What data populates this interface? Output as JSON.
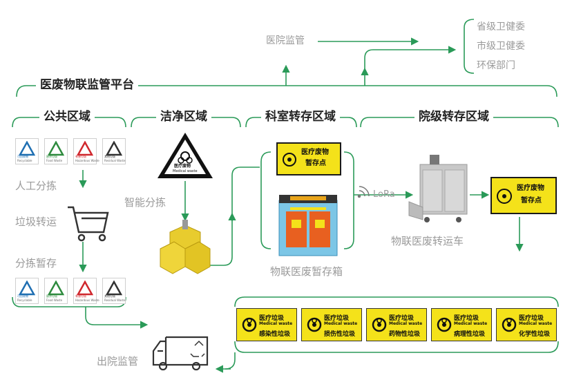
{
  "platform_title": "医废物联监管平台",
  "hospital_supervision": "医院监管",
  "authorities": [
    "省级卫健委",
    "市级卫健委",
    "环保部门"
  ],
  "zones": [
    "公共区域",
    "洁净区域",
    "科室转存区域",
    "院级转存区域"
  ],
  "public_steps": [
    "人工分拣",
    "垃圾转运",
    "分拣暂存"
  ],
  "smart_sorting": "智能分拣",
  "temp_box_label": "物联医废暂存箱",
  "transfer_cart_label": "物联医废转运车",
  "lora_label": "LoRa",
  "exit_supervision": "出院监管",
  "medical_waste_sign": {
    "cn": "医疗废物",
    "en": "Medical waste"
  },
  "storage_point_sign": {
    "line1": "医疗废物",
    "line2": "暂存点"
  },
  "bins": [
    {
      "cn": "可回收物",
      "en": "Recyclable",
      "color": "#1f6fb2"
    },
    {
      "cn": "厨余垃圾",
      "en": "Food Waste",
      "color": "#2e8b3e"
    },
    {
      "cn": "有害垃圾",
      "en": "Hazardous Waste",
      "color": "#d0282e"
    },
    {
      "cn": "其他垃圾",
      "en": "Residual Waste",
      "color": "#333333"
    }
  ],
  "waste_categories": [
    {
      "cn": "医疗垃圾",
      "en": "Medical waste",
      "type": "感染性垃圾"
    },
    {
      "cn": "医疗垃圾",
      "en": "Medical waste",
      "type": "损伤性垃圾"
    },
    {
      "cn": "医疗垃圾",
      "en": "Medical waste",
      "type": "药物性垃圾"
    },
    {
      "cn": "医疗垃圾",
      "en": "Medical waste",
      "type": "病理性垃圾"
    },
    {
      "cn": "医疗垃圾",
      "en": "Medical waste",
      "type": "化学性垃圾"
    }
  ],
  "colors": {
    "line": "#2a9a58",
    "sign_yellow": "#f4e21a",
    "text_gray": "#9a9a9a"
  }
}
